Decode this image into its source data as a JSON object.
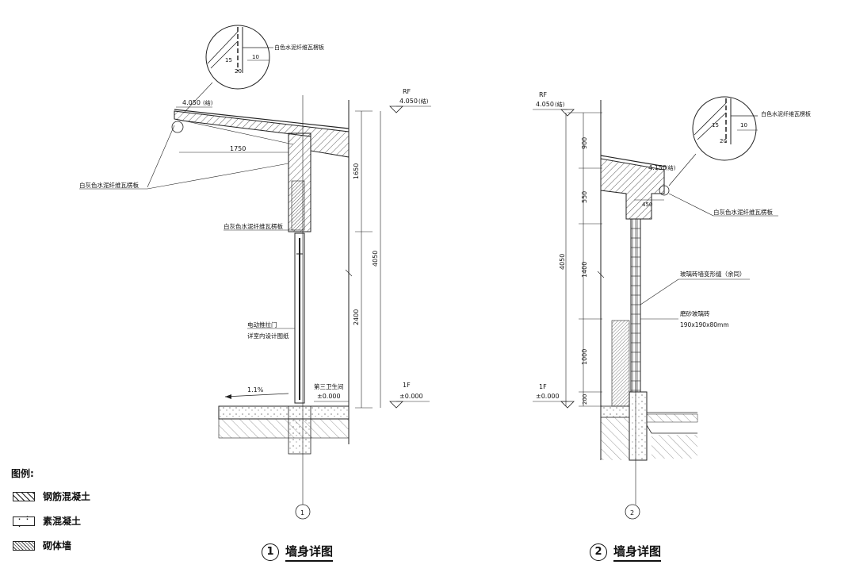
{
  "legend": {
    "title": "图例:",
    "items": [
      {
        "label": "钢筋混凝土"
      },
      {
        "label": "素混凝土"
      },
      {
        "label": "砌体墙"
      }
    ]
  },
  "detail1": {
    "caption_num": "1",
    "caption": "墙身详图",
    "axis_label": "1",
    "callout_panel": "白色水泥纤维瓦楞板",
    "callout_dim_a": "10",
    "callout_dim_b": "20",
    "callout_dim_c": "15",
    "rf_label": "RF",
    "rf_elev": "4.050",
    "rf_elev_tag": "(结)",
    "eave_elev": "4.050",
    "eave_elev_tag": "(结)",
    "eave_dim": "1750",
    "panel_left": "白灰色水泥纤维瓦楞板",
    "panel_mid": "白灰色水泥纤维瓦楞板",
    "dim_total": "4050",
    "dim_upper": "1650",
    "dim_lower": "2400",
    "door_note_1": "电动推拉门",
    "door_note_2": "详室内设计图纸",
    "room_name": "第三卫生间",
    "room_elev": "±0.000",
    "slope": "1.1%",
    "floor_label": "1F",
    "floor_elev": "±0.000"
  },
  "detail2": {
    "caption_num": "2",
    "caption": "墙身详图",
    "axis_label": "2",
    "rf_label": "RF",
    "rf_elev": "4.050",
    "rf_elev_tag": "(结)",
    "callout_panel": "白色水泥纤维瓦楞板",
    "callout_dim_a": "10",
    "callout_dim_b": "20",
    "callout_dim_c": "15",
    "eave_elev": "4.150",
    "eave_elev_tag": "(结)",
    "eave_dim": "450",
    "panel_right": "白灰色水泥纤维瓦楞板",
    "joint_note": "玻璃砖墙变形缝（余同）",
    "glass_note_1": "磨砂玻璃砖",
    "glass_note_2": "190x190x80mm",
    "dim_total": "4050",
    "dim_a": "900",
    "dim_b": "550",
    "dim_c": "1400",
    "dim_d": "1000",
    "dim_e": "200",
    "floor_label": "1F",
    "floor_elev": "±0.000"
  }
}
